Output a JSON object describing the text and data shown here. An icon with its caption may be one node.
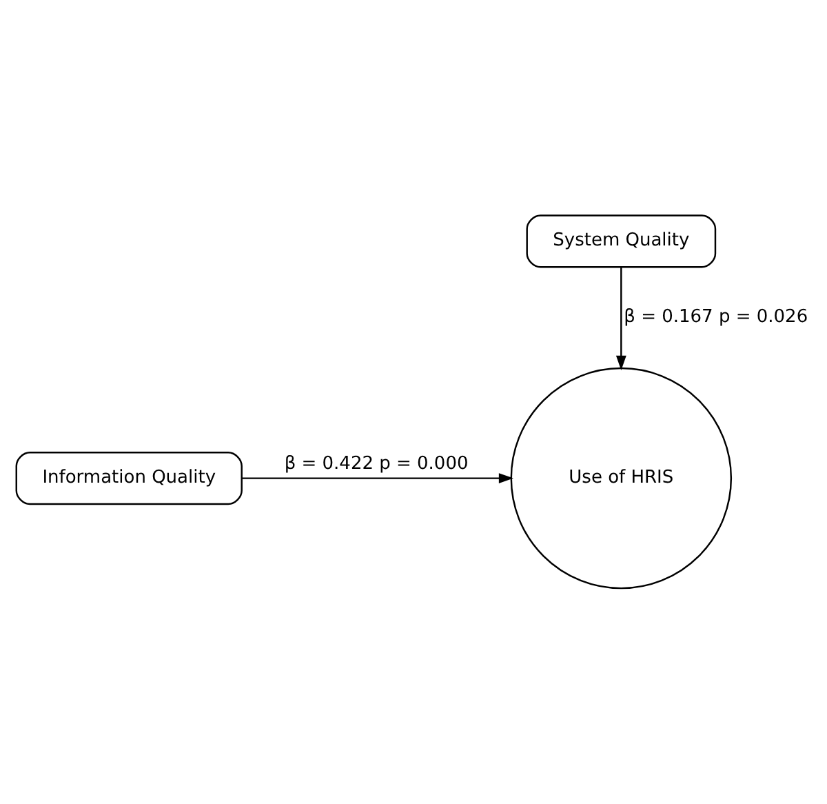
{
  "diagram": {
    "nodes": [
      {
        "text": [
          "System Quality"
        ]
      },
      {
        "text": [
          "Information Quality"
        ]
      },
      {
        "text": [
          "Use of HRIS"
        ]
      }
    ],
    "edges": [
      {
        "from": 0,
        "to": 2,
        "arrow": "to",
        "label": "β = 0.167 p = 0.026"
      },
      {
        "from": 1,
        "to": 2,
        "arrow": "to",
        "label": "β = 0.422 p = 0.000"
      }
    ]
  }
}
